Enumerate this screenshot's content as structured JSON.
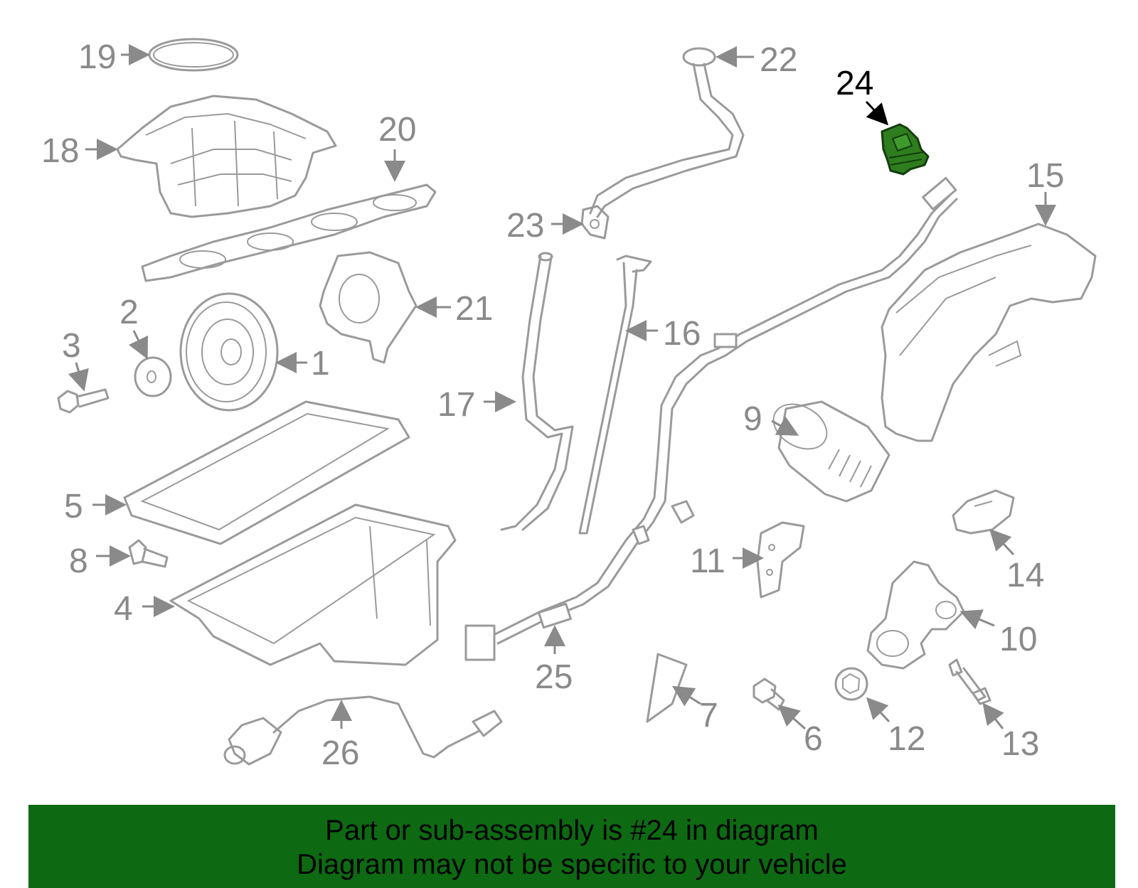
{
  "diagram": {
    "highlight_color": "#2e7d1e",
    "outline_color": "#9a9a9a",
    "callouts": [
      "1",
      "2",
      "3",
      "4",
      "5",
      "6",
      "7",
      "8",
      "9",
      "10",
      "11",
      "12",
      "13",
      "14",
      "15",
      "16",
      "17",
      "18",
      "19",
      "20",
      "21",
      "22",
      "23",
      "24",
      "25",
      "26"
    ],
    "highlighted_callout": "24"
  },
  "banner": {
    "background": "#0d6a12",
    "line1": "Part or sub-assembly is #24 in diagram",
    "line2": "Diagram may not be specific to your vehicle"
  }
}
